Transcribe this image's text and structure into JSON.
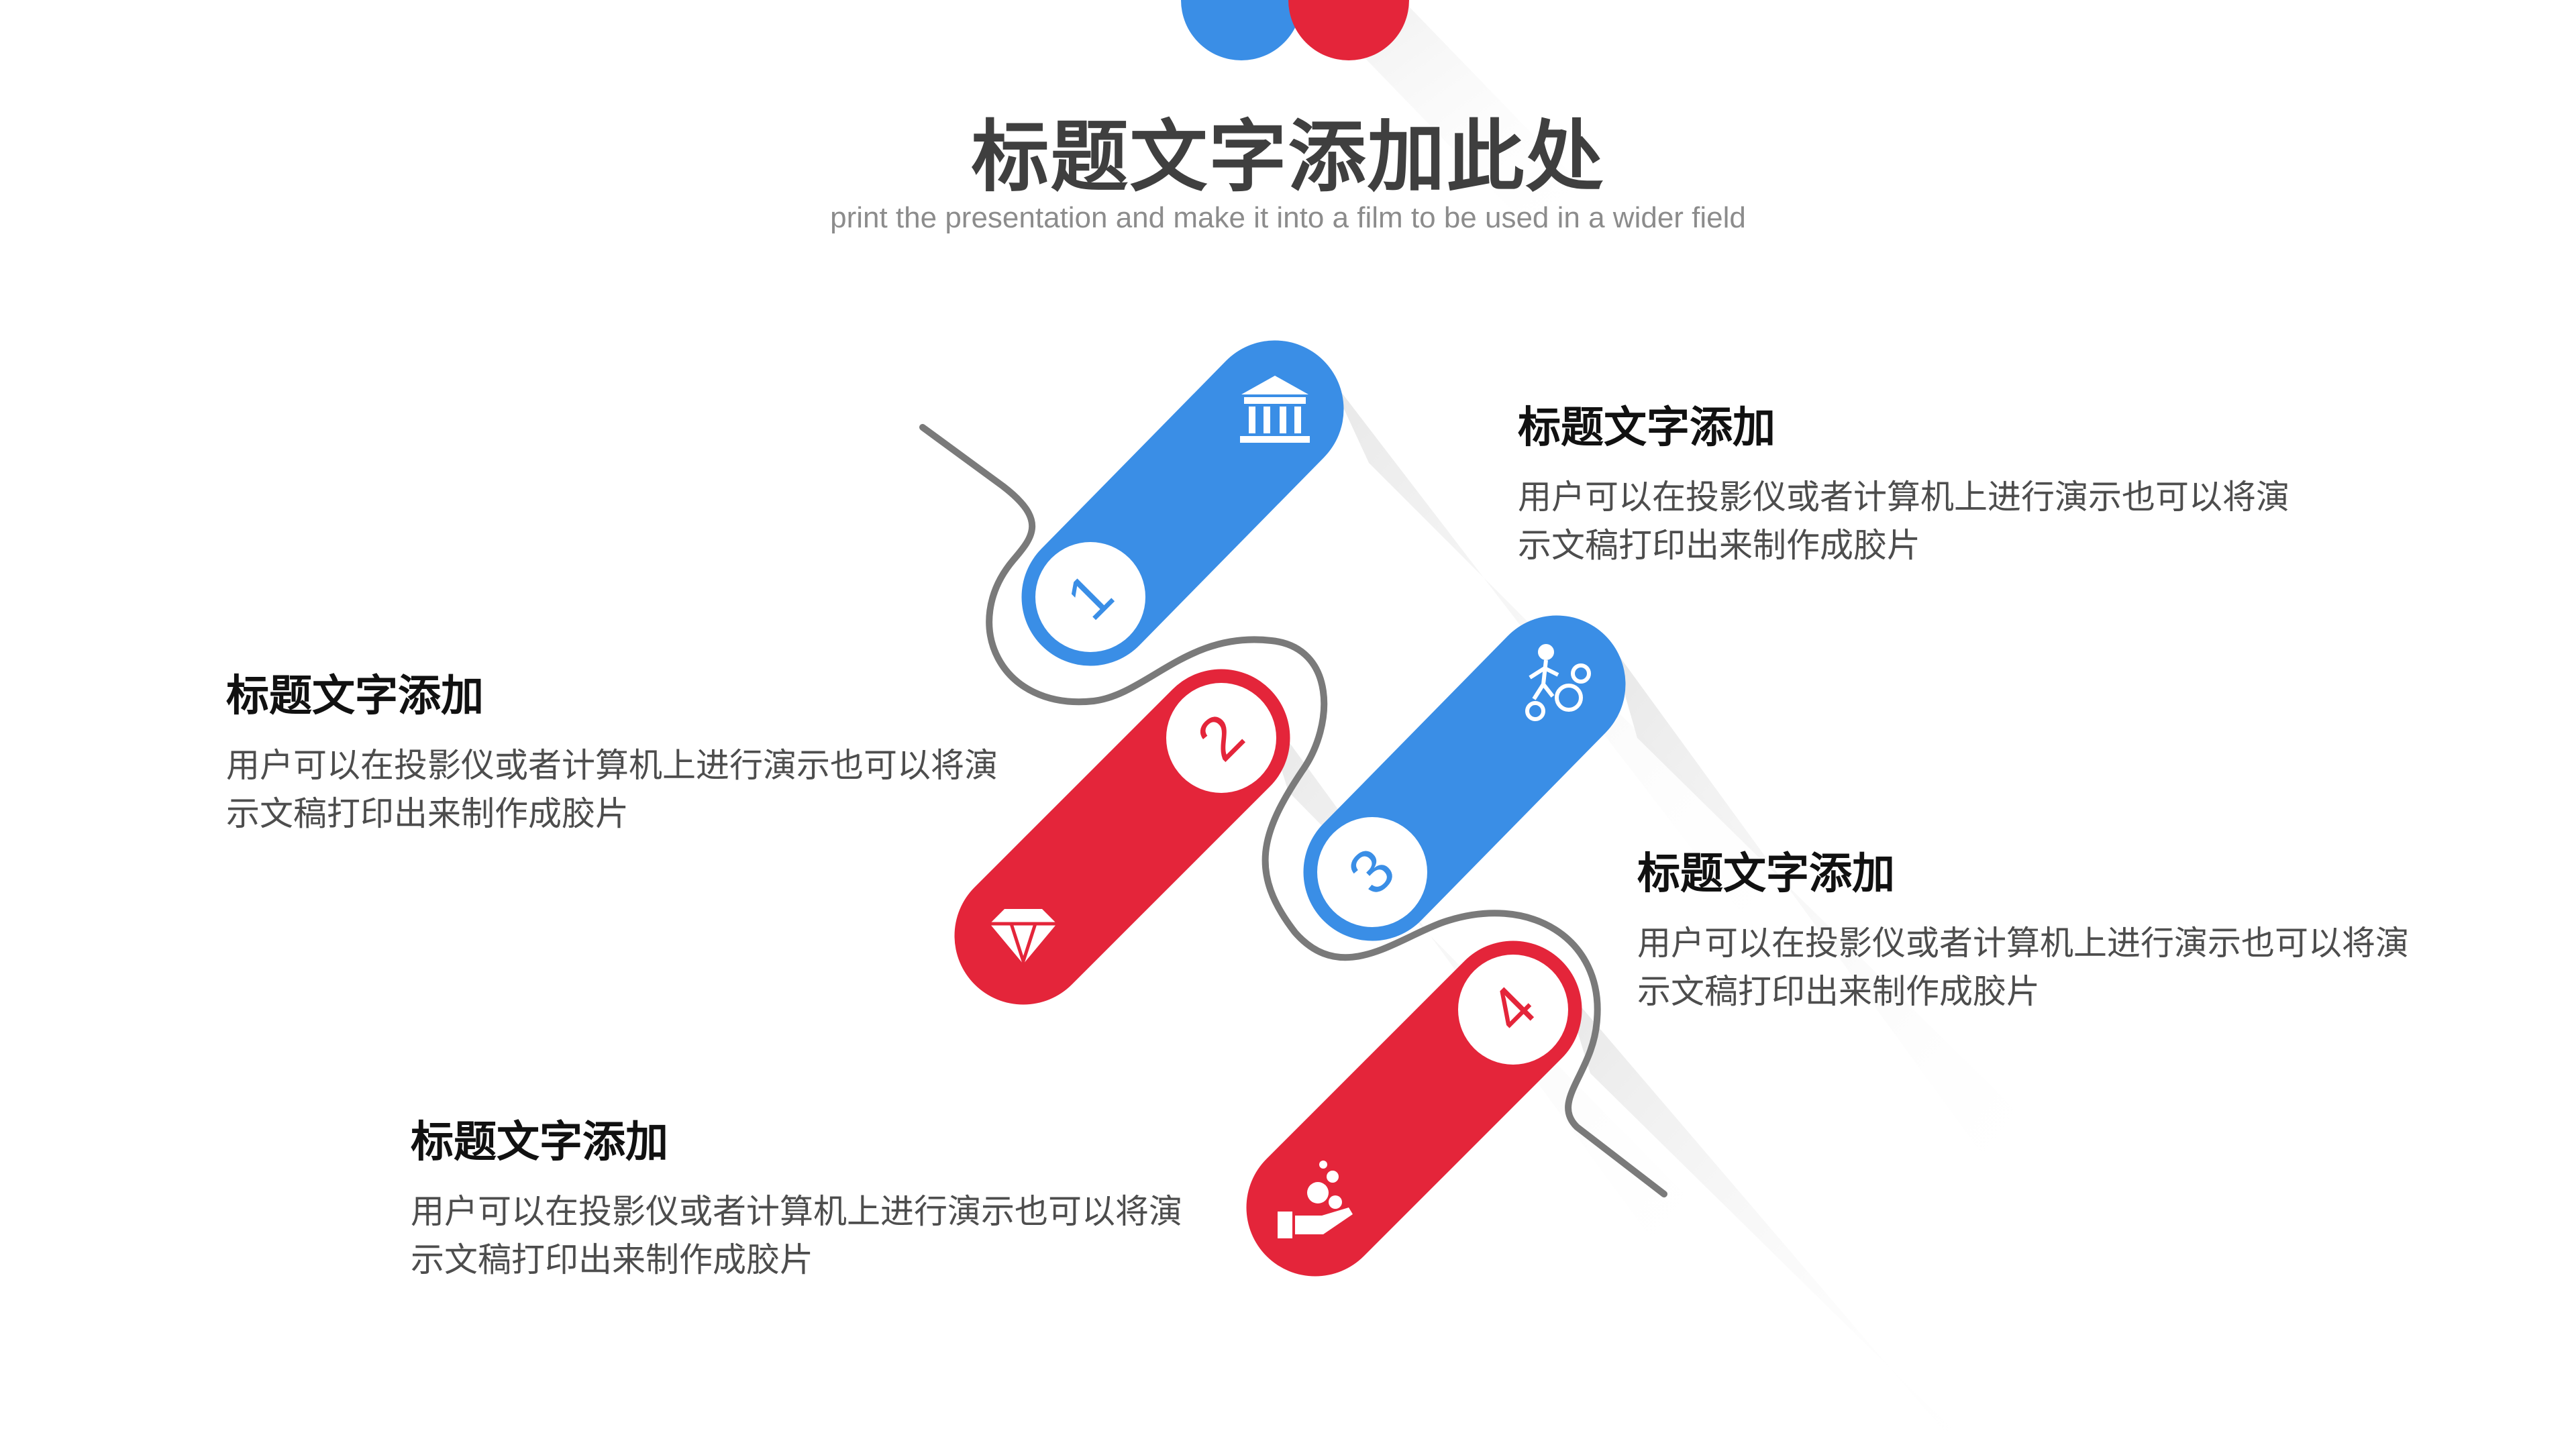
{
  "header": {
    "title": "标题文字添加此处",
    "subtitle": "print the presentation and make it into a film to be used in a wider field"
  },
  "colors": {
    "blue": "#3a8ee6",
    "red": "#e4253a",
    "path": "#7a7a7a",
    "shadow": "#ebebeb"
  },
  "steps": [
    {
      "number": "1",
      "color": "blue",
      "icon": "bank-icon",
      "title": "标题文字添加",
      "text": "用户可以在投影仪或者计算机上进行演示也可以将演示文稿打印出来制作成胶片"
    },
    {
      "number": "2",
      "color": "red",
      "icon": "diamond-icon",
      "title": "标题文字添加",
      "text": "用户可以在投影仪或者计算机上进行演示也可以将演示文稿打印出来制作成胶片"
    },
    {
      "number": "3",
      "color": "blue",
      "icon": "business-growth-icon",
      "title": "标题文字添加",
      "text": "用户可以在投影仪或者计算机上进行演示也可以将演示文稿打印出来制作成胶片"
    },
    {
      "number": "4",
      "color": "red",
      "icon": "money-hand-icon",
      "title": "标题文字添加",
      "text": "用户可以在投影仪或者计算机上进行演示也可以将演示文稿打印出来制作成胶片"
    }
  ]
}
